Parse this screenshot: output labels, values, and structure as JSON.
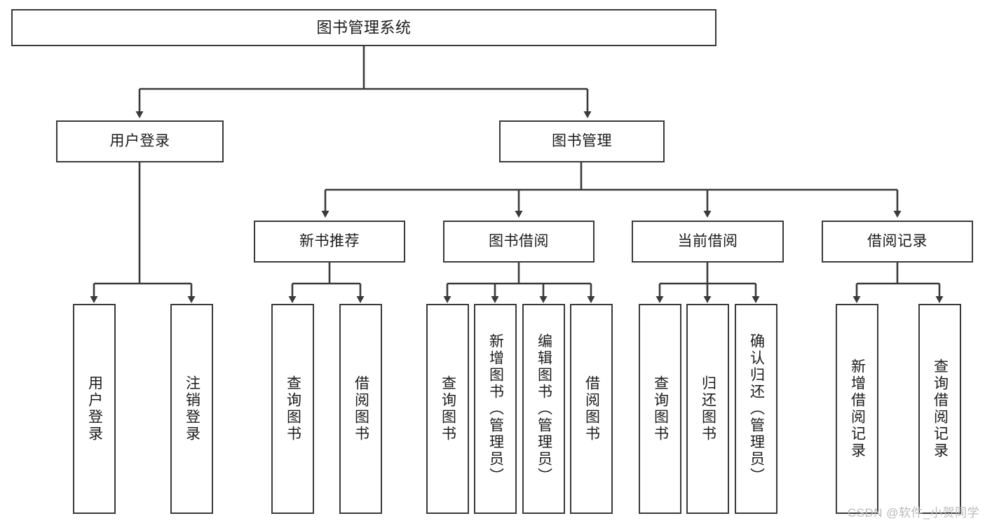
{
  "diagram": {
    "type": "tree-hierarchy",
    "title": "图书管理系统",
    "watermark": "CSDN @软件_小贺同学",
    "colors": {
      "box_border": "#3a3a3a",
      "box_fill": "#ffffff",
      "connector": "#3a3a3a",
      "text": "#1c1c1c",
      "watermark": "#b9b9b9",
      "background": "#ffffff"
    },
    "root": {
      "id": "root",
      "label": "图书管理系统"
    },
    "level2": [
      {
        "id": "user-login",
        "label": "用户登录"
      },
      {
        "id": "book-manage",
        "label": "图书管理"
      }
    ],
    "level3": [
      {
        "id": "new-book-recommend",
        "label": "新书推荐",
        "parent": "book-manage"
      },
      {
        "id": "book-borrow",
        "label": "图书借阅",
        "parent": "book-manage"
      },
      {
        "id": "current-borrow",
        "label": "当前借阅",
        "parent": "book-manage"
      },
      {
        "id": "borrow-record",
        "label": "借阅记录",
        "parent": "book-manage"
      }
    ],
    "leaves": {
      "user_login": [
        {
          "id": "leaf-user-login",
          "label": "用户登录"
        },
        {
          "id": "leaf-logout",
          "label": "注销登录"
        }
      ],
      "new_book_recommend": [
        {
          "id": "leaf-query-book-1",
          "label": "查询图书"
        },
        {
          "id": "leaf-borrow-book-1",
          "label": "借阅图书"
        }
      ],
      "book_borrow": [
        {
          "id": "leaf-query-book-2",
          "label": "查询图书"
        },
        {
          "id": "leaf-add-book",
          "label": "新增图书（管理员）"
        },
        {
          "id": "leaf-edit-book",
          "label": "编辑图书（管理员）"
        },
        {
          "id": "leaf-borrow-book-2",
          "label": "借阅图书"
        }
      ],
      "current_borrow": [
        {
          "id": "leaf-query-book-3",
          "label": "查询图书"
        },
        {
          "id": "leaf-return-book",
          "label": "归还图书"
        },
        {
          "id": "leaf-confirm-return",
          "label": "确认归还（管理员）"
        }
      ],
      "borrow_record": [
        {
          "id": "leaf-add-record",
          "label": "新增借阅记录"
        },
        {
          "id": "leaf-query-record",
          "label": "查询借阅记录"
        }
      ]
    }
  }
}
